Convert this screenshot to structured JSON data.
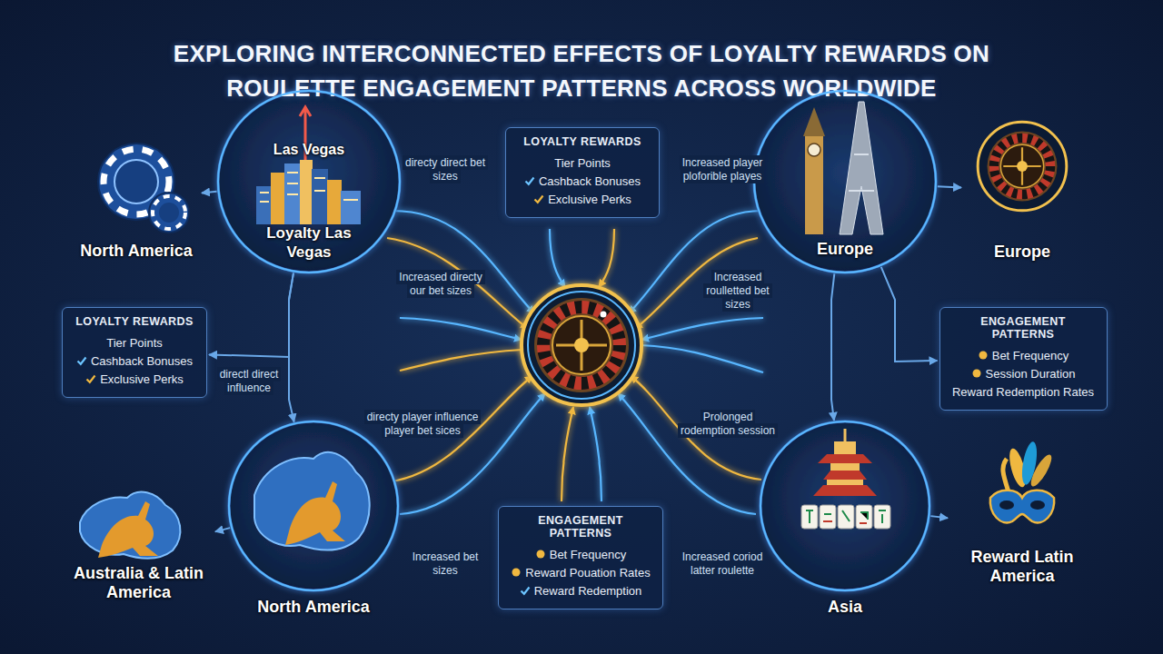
{
  "diagram": {
    "title": "EXPLORING INTERCONNECTED EFFECTS OF LOYALTY REWARDS ON ROULETTE ENGAGEMENT PATTERNS ACROSS WORLDWIDE",
    "nodes": [
      {
        "text": [
          "North America"
        ]
      },
      {
        "text": [
          "Las Vegas",
          "Loyalty Las Vegas"
        ]
      },
      {
        "text": [
          "LOYALTY REWARDS",
          "Tier Points",
          "Cashback Bonuses",
          "Exclusive Perks"
        ]
      },
      {
        "text": [
          "Europe"
        ]
      },
      {
        "text": [
          "Europe"
        ]
      },
      {
        "text": [
          "LOYALTY REWARDS",
          "Tier Points",
          "Cashback Bonuses",
          "Exclusive Perks"
        ]
      },
      {
        "text": [
          "ENGAGEMENT PATTERNS",
          "Bet Frequency",
          "Session Duration",
          "Reward Redemption Rates"
        ]
      },
      {
        "text": [
          "Australia & Latin America"
        ]
      },
      {
        "text": [
          "North America"
        ]
      },
      {
        "text": [
          "ENGAGEMENT PATTERNS",
          "Bet Frequency",
          "Reward Pouation Rates",
          "Reward Redemption"
        ]
      },
      {
        "text": [
          "Asia"
        ]
      },
      {
        "text": [
          "Reward Latin America"
        ]
      }
    ],
    "edges": [
      {
        "from": 1,
        "to": 0,
        "arrow": "to"
      },
      {
        "from": 3,
        "to": 4,
        "arrow": "to"
      },
      {
        "from": 1,
        "to": 5,
        "arrow": "to"
      },
      {
        "from": 1,
        "to": 8,
        "arrow": "to"
      },
      {
        "from": 3,
        "to": 6,
        "arrow": "to"
      },
      {
        "from": 3,
        "to": 10,
        "arrow": "to"
      },
      {
        "from": 8,
        "to": 7,
        "arrow": "to"
      },
      {
        "from": 10,
        "to": 11,
        "arrow": "to"
      }
    ],
    "labels": [
      "directy direct bet sizes",
      "Increased player ploforible playes",
      "Increased directy our bet sizes",
      "Increased roulletted bet sizes",
      "directl direct influence",
      "directy player influence player bet sices",
      "Prolonged rodemption session",
      "Increased bet sizes",
      "Increased coriod latter roulette"
    ]
  }
}
